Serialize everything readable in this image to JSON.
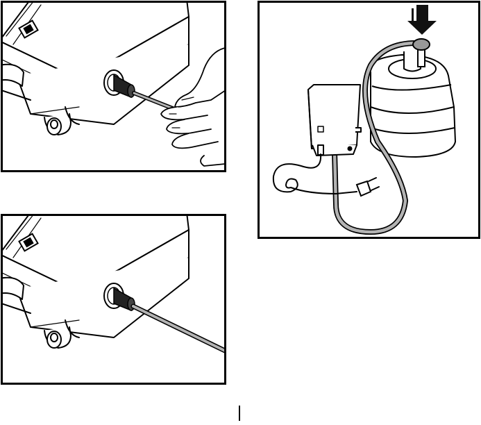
{
  "figures": [
    {
      "id": "step-1",
      "depicts": "tube-inserted-into-fitting",
      "alt": ""
    },
    {
      "id": "step-2",
      "depicts": "tube-connected-to-appliance",
      "alt": ""
    },
    {
      "id": "step-3",
      "depicts": "pump-unit-on-water-bottle",
      "alt": ""
    }
  ],
  "icons": {
    "power_switch": "power-switch-icon",
    "arrow": "down-arrow-icon",
    "plug": "power-plug-icon"
  },
  "colors": {
    "line": "#000000",
    "tube": "#b3b3b3",
    "fitting": "#222222",
    "arrow": "#111111",
    "background": "#ffffff"
  }
}
